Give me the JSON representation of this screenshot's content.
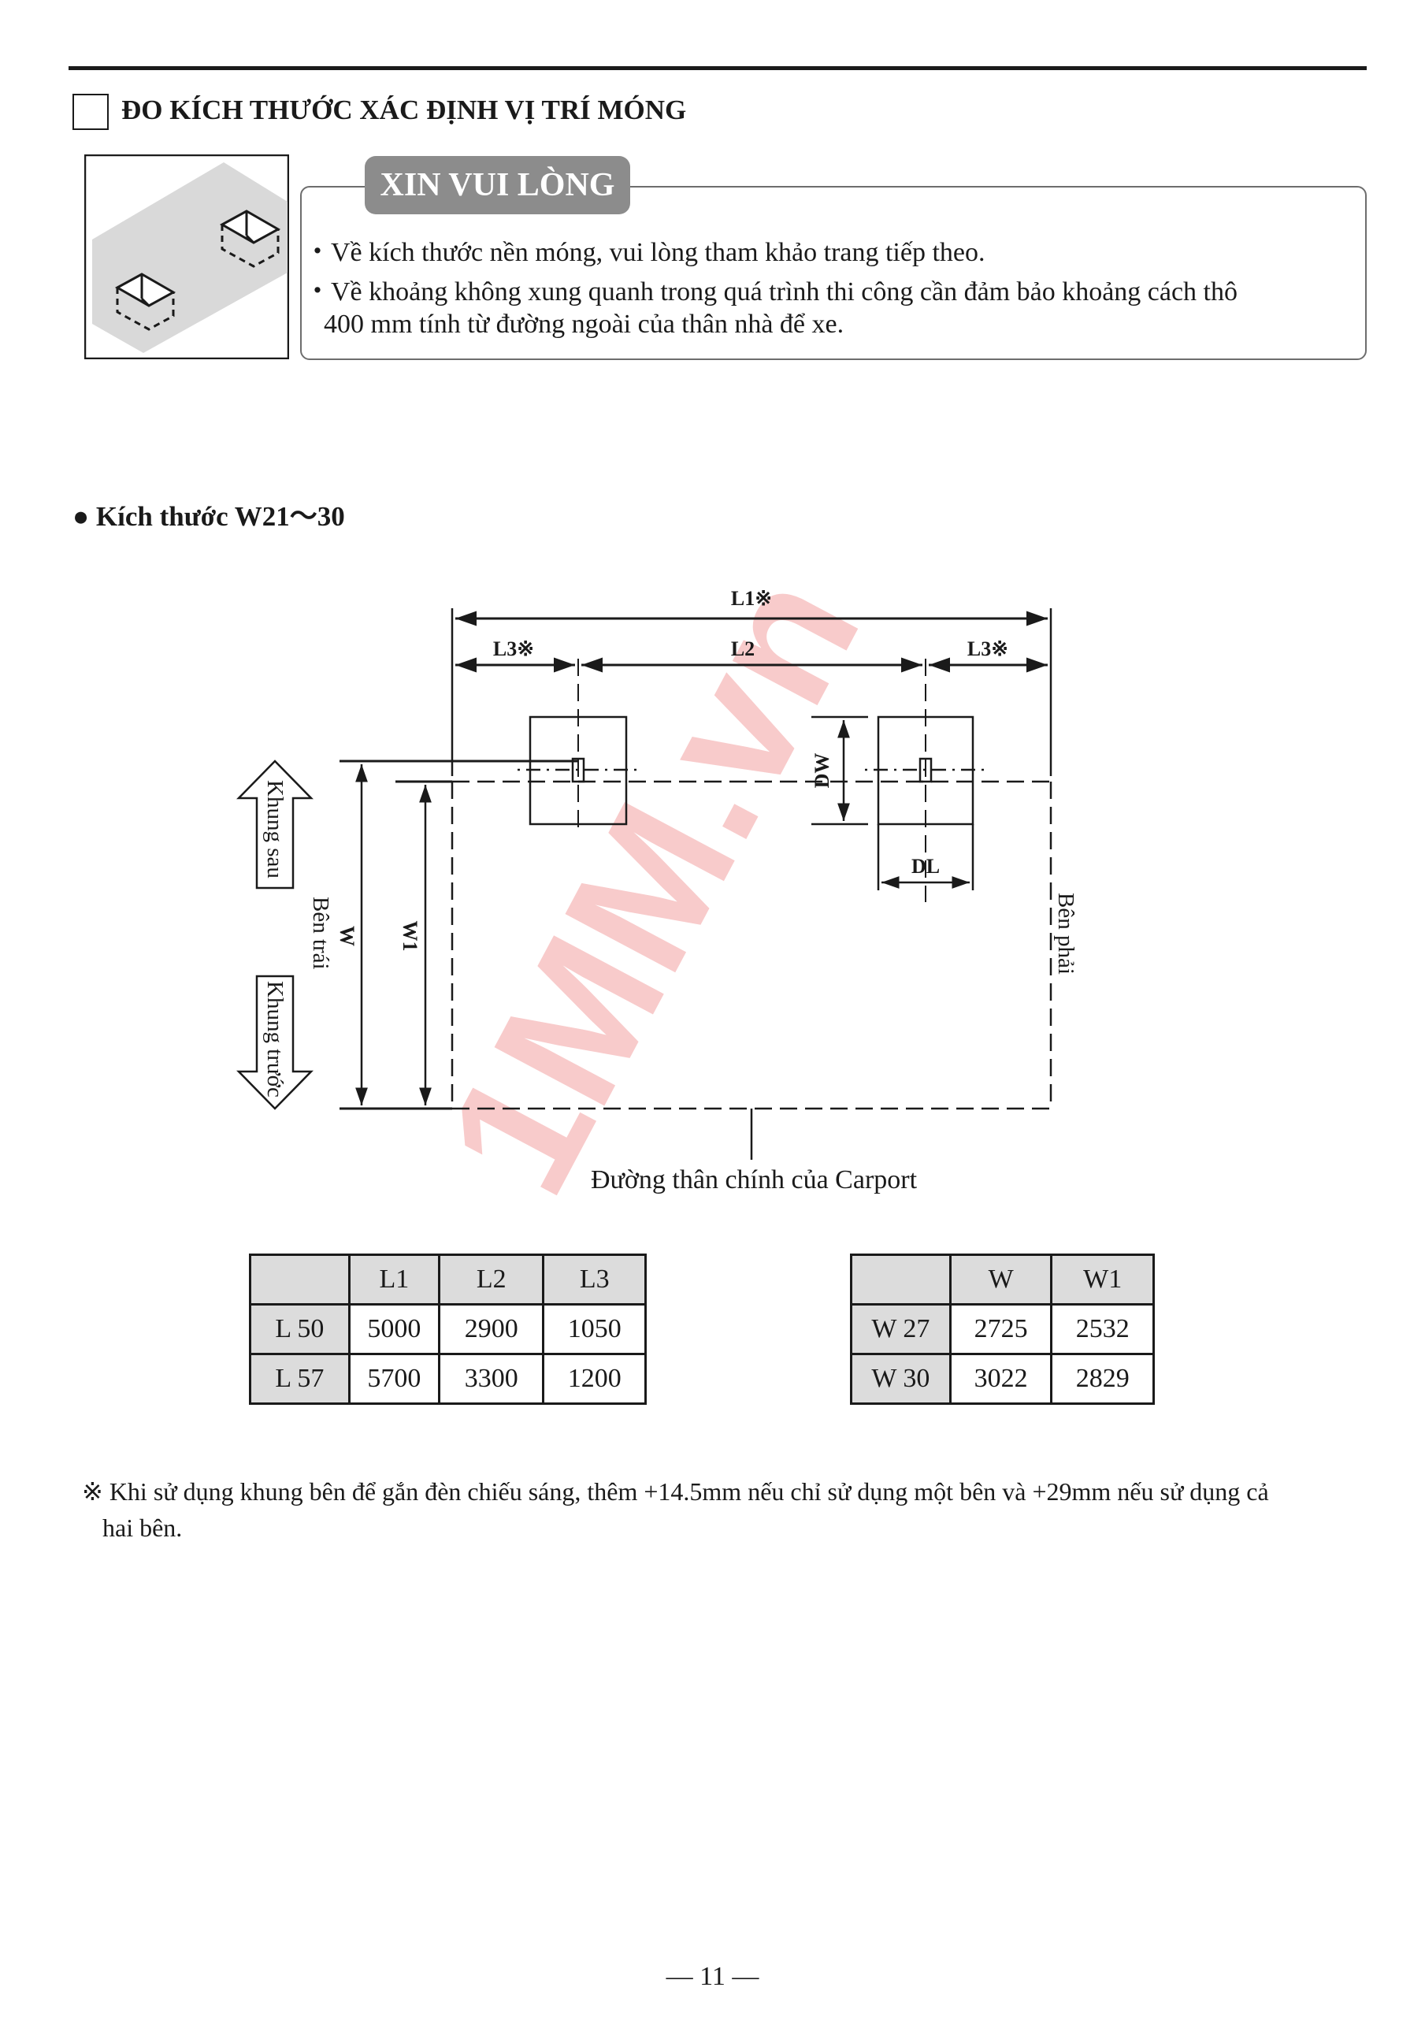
{
  "header": {
    "title": "ĐO KÍCH THƯỚC XÁC ĐỊNH VỊ TRÍ MÓNG"
  },
  "note": {
    "tab_label": "XIN VUI LÒNG",
    "lines": [
      "・Về kích thước nền móng, vui lòng tham khảo trang tiếp theo.",
      "・Về khoảng không xung quanh trong quá trình thi công cần đảm bảo khoảng cách thô",
      "400 mm tính từ đường ngoài của thân nhà để xe."
    ]
  },
  "section": {
    "title": "● Kích thước W21～30"
  },
  "diagram": {
    "labels": {
      "L1": "L1※",
      "L2": "L2",
      "L3_left": "L3※",
      "L3_right": "L3※",
      "DW": "DW",
      "DL": "DL",
      "W": "W",
      "W1": "W1",
      "rear_frame": "Khung sau",
      "front_frame": "Khung trước",
      "left_side": "Bên trái",
      "right_side": "Bên phải",
      "main_line": "Đường thân chính của Carport"
    },
    "watermark": "1MM.vn",
    "watermark_color": "#f5b5b5"
  },
  "table_length": {
    "headers": [
      "",
      "L1",
      "L2",
      "L3"
    ],
    "rows": [
      [
        "L 50",
        "5000",
        "2900",
        "1050"
      ],
      [
        "L 57",
        "5700",
        "3300",
        "1200"
      ]
    ]
  },
  "table_width": {
    "headers": [
      "",
      "W",
      "W1"
    ],
    "rows": [
      [
        "W 27",
        "2725",
        "2532"
      ],
      [
        "W 30",
        "3022",
        "2829"
      ]
    ]
  },
  "footnote": {
    "line1": "※ Khi sử dụng khung bên để gắn đèn chiếu sáng, thêm +14.5mm nếu chỉ sử dụng một bên và +29mm nếu sử dụng cả",
    "line2": "hai bên."
  },
  "page": {
    "number": "— 11 —"
  }
}
